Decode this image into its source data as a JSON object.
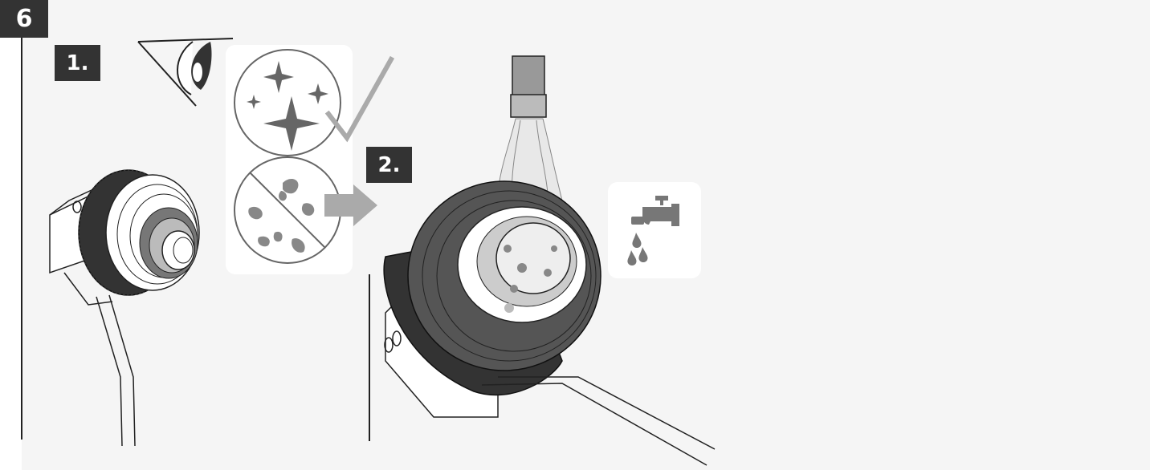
{
  "page": {
    "figure_number": "6",
    "steps": [
      {
        "label": "1."
      },
      {
        "label": "2."
      }
    ]
  },
  "colors": {
    "background": "#f5f5f5",
    "badge": "#333333",
    "badge_text": "#ffffff",
    "icon_gray": "#777777",
    "arrow_gray": "#aaaaaa"
  },
  "icons": [
    "eye-icon",
    "sparkle-clean-icon",
    "checkmark-icon",
    "dirt-crossed-icon",
    "arrow-right-icon",
    "water-tap-icon"
  ]
}
